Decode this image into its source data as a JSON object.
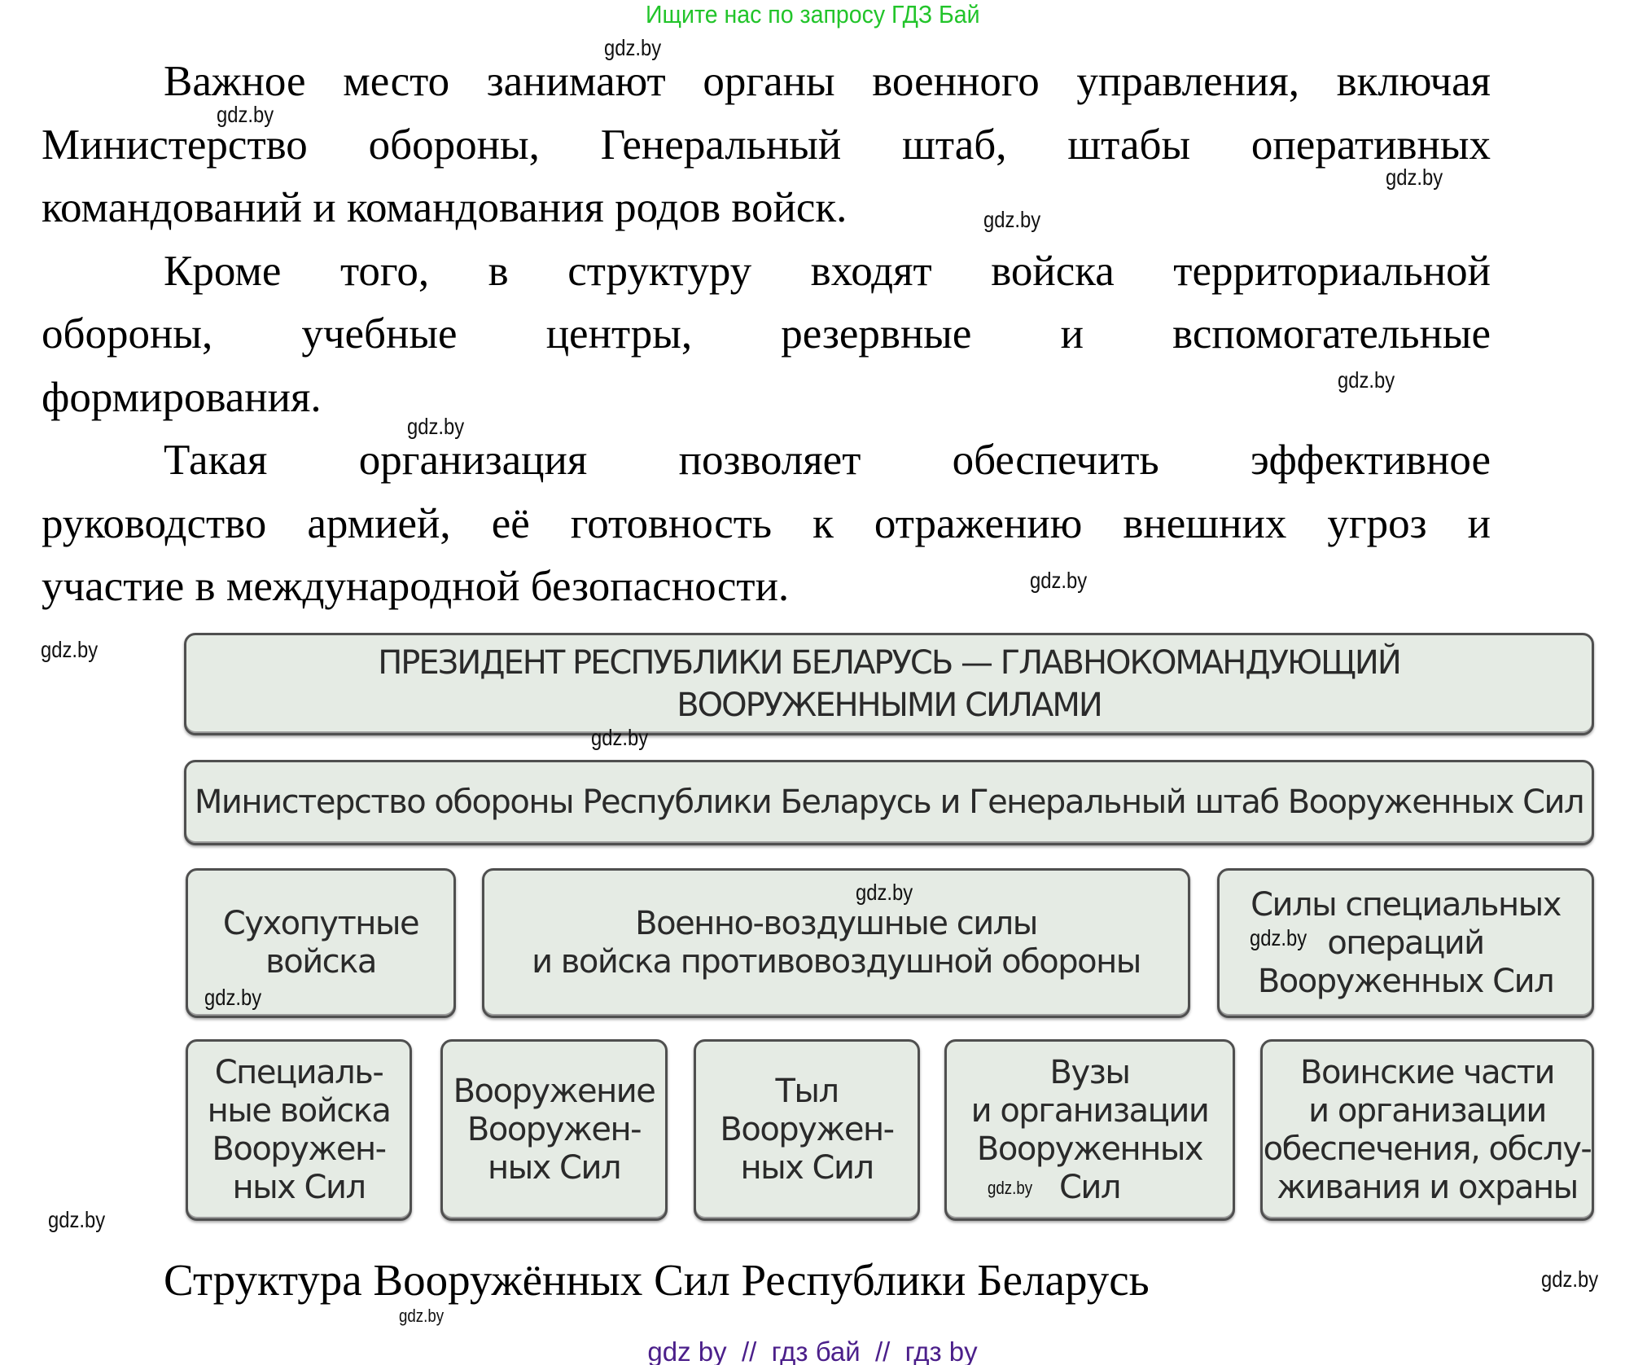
{
  "header_banner": "Ищите нас по запросу ГДЗ Бай",
  "paragraphs": [
    {
      "lines": [
        "Важное место занимают органы военного управления, включая",
        "Министерство обороны, Генеральный штаб, штабы оперативных",
        "командований и командования родов войск."
      ]
    },
    {
      "lines": [
        "Кроме того, в структуру входят войска территориальной",
        "обороны, учебные центры, резервные и вспомогательные",
        "формирования."
      ]
    },
    {
      "lines": [
        "Такая организация позволяет обеспечить эффективное",
        "руководство армией, её готовность к отражению внешних угроз и",
        "участие в международной безопасности."
      ]
    }
  ],
  "diagram": {
    "level1": {
      "lines": [
        "ПРЕЗИДЕНТ РЕСПУБЛИКИ БЕЛАРУСЬ — ГЛАВНОКОМАНДУЮЩИЙ",
        "ВООРУЖЕННЫМИ СИЛАМИ"
      ]
    },
    "level2": {
      "lines": [
        "Министерство обороны Республики Беларусь и Генеральный штаб Вооруженных Сил"
      ]
    },
    "level3": [
      {
        "lines": [
          "Сухопутные",
          "войска"
        ]
      },
      {
        "lines": [
          "Военно-воздушные силы",
          "и войска противовоздушной обороны"
        ]
      },
      {
        "lines": [
          "Силы специальных",
          "операций",
          "Вооруженных Сил"
        ]
      }
    ],
    "level4": [
      {
        "lines": [
          "Специаль-",
          "ные войска",
          "Вооружен-",
          "ных Сил"
        ]
      },
      {
        "lines": [
          "Вооружение",
          "Вооружен-",
          "ных Сил"
        ]
      },
      {
        "lines": [
          "Тыл",
          "Вооружен-",
          "ных Сил"
        ]
      },
      {
        "lines": [
          "Вузы",
          "и организации",
          "Вооруженных",
          "Сил"
        ]
      },
      {
        "lines": [
          "Воинские части",
          "и организации",
          "обеспечения, обслу-",
          "живания и охраны"
        ]
      }
    ]
  },
  "caption": "Структура Вооружённых Сил Республики Беларусь",
  "watermark": "gdz.by",
  "footer": "gdz by  //  гдз бай  //  гдз by",
  "colors": {
    "banner_green": "#22c42a",
    "box_fill": "#e5ebe4",
    "box_border": "#4f4f4f",
    "footer_purple": "#4b1f8a"
  }
}
